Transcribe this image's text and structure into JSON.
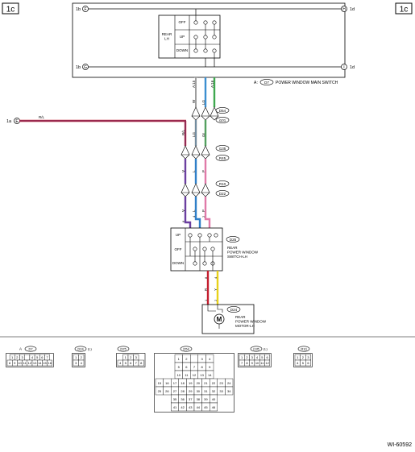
{
  "page_refs": {
    "left": "1c",
    "right": "1c"
  },
  "junctions": {
    "f": "F",
    "h": "H",
    "g": "G",
    "i": "I",
    "e": "E"
  },
  "pin_refs": {
    "f": "1b",
    "h": "1d",
    "g": "1b",
    "i": "1d",
    "e": "1a"
  },
  "main_switch": {
    "section": "REAR\nLH",
    "positions": [
      "OFF",
      "UP",
      "DOWN"
    ],
    "connector_letter": "A",
    "connector_code": "D7",
    "name": "POWER WINDOW MAIN SWITCH"
  },
  "pins": {
    "a15": "A:15",
    "a16": "A:16",
    "b": "B"
  },
  "wires": {
    "sep": "/",
    "w": "W",
    "lg": "LG",
    "gr": "Gr",
    "rl": "R/L",
    "v": "V",
    "l": "L",
    "p": "P",
    "v_n": "6",
    "l_n": "4",
    "p_n": "2",
    "r": "R",
    "y": "Y",
    "r_n": "1",
    "y_n": "2",
    "r_n2": "8",
    "y_n2": "4"
  },
  "connectors": {
    "c1": [
      "D54",
      "i101"
    ],
    "c2": [
      "i135",
      "R45"
    ],
    "c3": [
      "R10",
      "D22"
    ]
  },
  "rear_switch": {
    "code": "D25",
    "positions": [
      "UP",
      "OFF",
      "DOWN"
    ],
    "name": "REAR\nPOWER WINDOW\nSWITCH-LH"
  },
  "motor": {
    "code": "D24",
    "symbol": "M",
    "name": "REAR\nPOWER WINDOW\nMOTOR-LH"
  },
  "footer_connectors": {
    "d7": {
      "letter": "A",
      "code": "D7",
      "row1": [
        "1",
        "2",
        "3",
        "",
        "4",
        "5",
        "6",
        "7"
      ],
      "row2": [
        "8",
        "9",
        "10",
        "11",
        "12",
        "13",
        "14",
        "15",
        "16"
      ]
    },
    "d24": {
      "code": "D24",
      "suffix": "(L)",
      "row1": [
        "1",
        "2"
      ],
      "row2": [
        "3",
        "4"
      ]
    },
    "d25": {
      "code": "D25",
      "row1": [
        "1",
        "2",
        "3"
      ],
      "row2": [
        "4",
        "5",
        "6",
        "7",
        "8"
      ]
    },
    "d54": {
      "code": "D54",
      "rows": [
        [
          "1",
          "2",
          "",
          "3",
          "4"
        ],
        [
          "5",
          "6",
          "7",
          "8",
          "9"
        ],
        [
          "10",
          "11",
          "12",
          "13",
          "14"
        ],
        [
          "15",
          "16",
          "17",
          "18",
          "19",
          "20",
          "21",
          "22",
          "23",
          "24"
        ],
        [
          "25",
          "26",
          "27",
          "28",
          "29",
          "30",
          "31",
          "32",
          "33",
          "34"
        ],
        [
          "35",
          "36",
          "37",
          "38",
          "39",
          "40"
        ],
        [
          "41",
          "42",
          "43",
          "44",
          "45",
          "46"
        ]
      ]
    },
    "i135": {
      "code": "i135",
      "suffix": "(L)",
      "row1": [
        "1",
        "2",
        "3",
        "4",
        "5",
        "6"
      ],
      "row2": [
        "7",
        "8",
        "9",
        "10",
        "11",
        "12"
      ]
    },
    "r10": {
      "code": "R10",
      "row1": [
        "1",
        "2",
        "3"
      ],
      "row2": [
        "4",
        "5",
        "6"
      ]
    }
  },
  "figure_id": "WI-60592"
}
